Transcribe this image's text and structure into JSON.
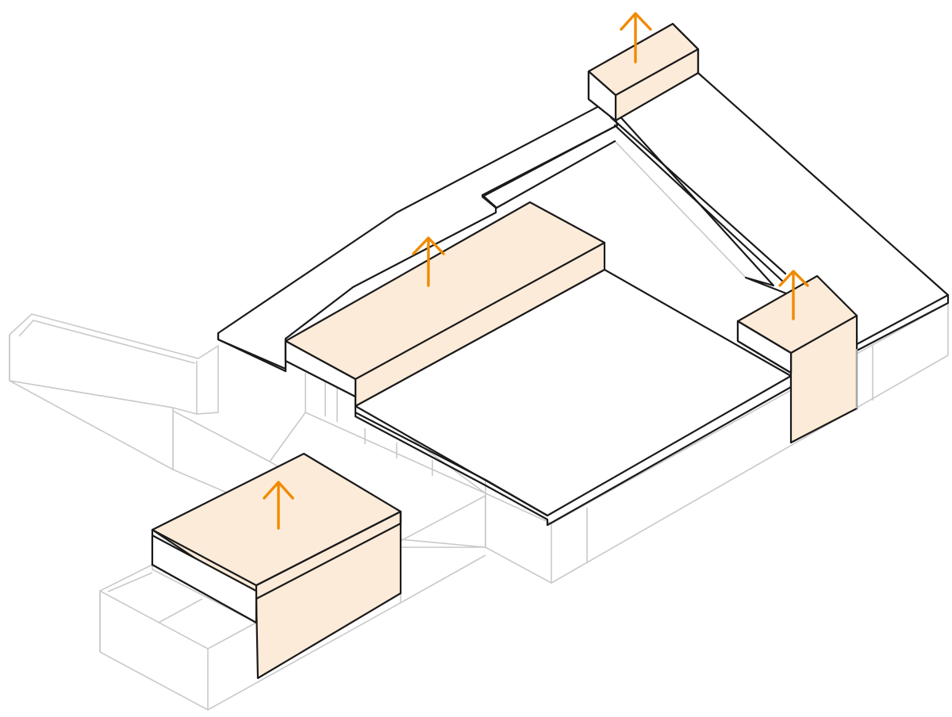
{
  "colors": {
    "highlight_fill": "#fdebd9",
    "arrow": "#f08a00",
    "outline": "#1a1a1a",
    "context_outline": "#c9c9c9",
    "background": "#ffffff"
  },
  "diagram": {
    "kind": "isometric-roof-extension-diagram",
    "raised_volumes": 4,
    "arrows": [
      {
        "icon": "up-arrow-icon",
        "meaning": "raise"
      },
      {
        "icon": "up-arrow-icon",
        "meaning": "raise"
      },
      {
        "icon": "up-arrow-icon",
        "meaning": "raise"
      },
      {
        "icon": "up-arrow-icon",
        "meaning": "raise"
      }
    ]
  }
}
